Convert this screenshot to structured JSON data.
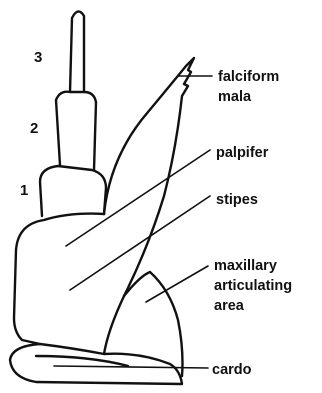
{
  "labels": {
    "falciform_mala_line1": "falciform",
    "falciform_mala_line2": "mala",
    "palpifer": "palpifer",
    "stipes": "stipes",
    "maxillary_line1": "maxillary",
    "maxillary_line2": "articulating",
    "maxillary_line3": "area",
    "cardo": "cardo"
  },
  "palp_segments": {
    "seg1": "1",
    "seg2": "2",
    "seg3": "3"
  },
  "colors": {
    "ink": "#111111",
    "background": "#ffffff"
  }
}
